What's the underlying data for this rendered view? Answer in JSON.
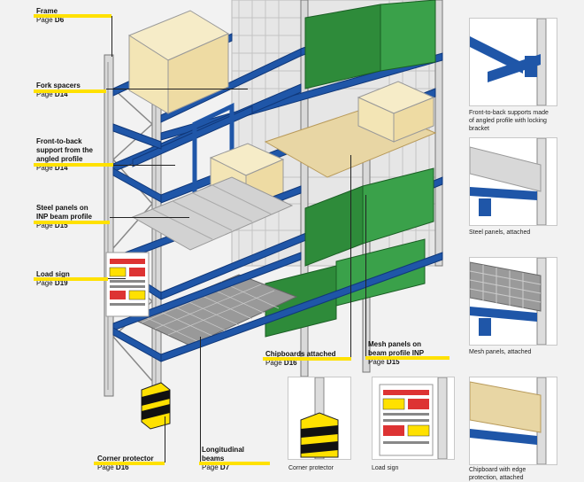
{
  "callouts": {
    "frame": {
      "title": "Frame",
      "page_prefix": "Page",
      "page": "D6"
    },
    "fork_spacers": {
      "title": "Fork spacers",
      "page_prefix": "Page",
      "page": "D14"
    },
    "front_to_back": {
      "title_lines": [
        "Front-to-back",
        "support from the",
        "angled profile"
      ],
      "page_prefix": "Page",
      "page": "D14"
    },
    "steel_panels": {
      "title_lines": [
        "Steel panels on",
        "INP beam profile"
      ],
      "page_prefix": "Page",
      "page": "D15"
    },
    "load_sign": {
      "title": "Load sign",
      "page_prefix": "Page",
      "page": "D19"
    },
    "chipboards": {
      "title": "Chipboards attached",
      "page_prefix": "Page",
      "page": "D16"
    },
    "mesh_panels": {
      "title_lines": [
        "Mesh panels on",
        "beam profile INP"
      ],
      "page_prefix": "Page",
      "page": "D15"
    },
    "corner_protector": {
      "title": "Corner protector",
      "page_prefix": "Page",
      "page": "D16"
    },
    "longitudinal": {
      "title_lines": [
        "Longitudinal",
        "beams"
      ],
      "page_prefix": "Page",
      "page": "D7"
    }
  },
  "thumbnails": {
    "angled_profile": {
      "caption_lines": [
        "Front-to-back supports made",
        "of angled profile with locking",
        "bracket"
      ]
    },
    "steel_panels": {
      "caption": "Steel panels, attached"
    },
    "mesh_panels": {
      "caption": "Mesh panels, attached"
    },
    "chipboard": {
      "caption_lines": [
        "Chipboard with edge",
        "protection, attached"
      ]
    },
    "corner": {
      "caption": "Corner protector"
    },
    "load_sign": {
      "caption": "Load sign"
    }
  },
  "colors": {
    "beam": "#1f56a8",
    "highlight": "#ffe100",
    "crate": "#2e8b3a",
    "box": "#f3e5b5",
    "chipboard": "#e8d6a4",
    "upright": "#d9d9d9"
  }
}
